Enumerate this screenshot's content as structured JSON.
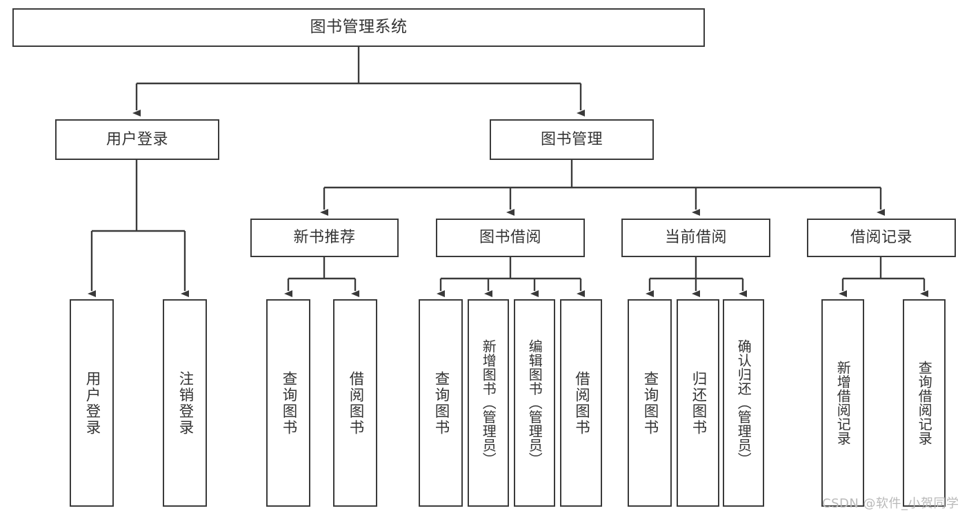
{
  "diagram": {
    "title": "图书管理系统",
    "type": "function-structure-tree",
    "colors": {
      "stroke": "#3a3a3a",
      "box_fill": "#ffffff",
      "text": "#333333",
      "background": "#ffffff",
      "watermark": "#b9b9b9"
    },
    "nodes": {
      "root": {
        "label": "图书管理系统"
      },
      "level2": [
        {
          "label": "用户登录"
        },
        {
          "label": "图书管理"
        }
      ],
      "level3": [
        {
          "label": "新书推荐"
        },
        {
          "label": "图书借阅"
        },
        {
          "label": "当前借阅"
        },
        {
          "label": "借阅记录"
        }
      ],
      "leaves": {
        "user_login": [
          {
            "label": "用户登录"
          },
          {
            "label": "注销登录"
          }
        ],
        "new_book_recommend": [
          {
            "label": "查询图书"
          },
          {
            "label": "借阅图书"
          }
        ],
        "book_borrow": [
          {
            "label": "查询图书"
          },
          {
            "label": "新增图书（管理员）"
          },
          {
            "label": "编辑图书（管理员）"
          },
          {
            "label": "借阅图书"
          }
        ],
        "current_borrow": [
          {
            "label": "查询图书"
          },
          {
            "label": "归还图书"
          },
          {
            "label": "确认归还（管理员）"
          }
        ],
        "borrow_record": [
          {
            "label": "新增借阅记录"
          },
          {
            "label": "查询借阅记录"
          }
        ]
      }
    }
  },
  "watermark": {
    "text": "CSDN @软件_小贺同学"
  }
}
